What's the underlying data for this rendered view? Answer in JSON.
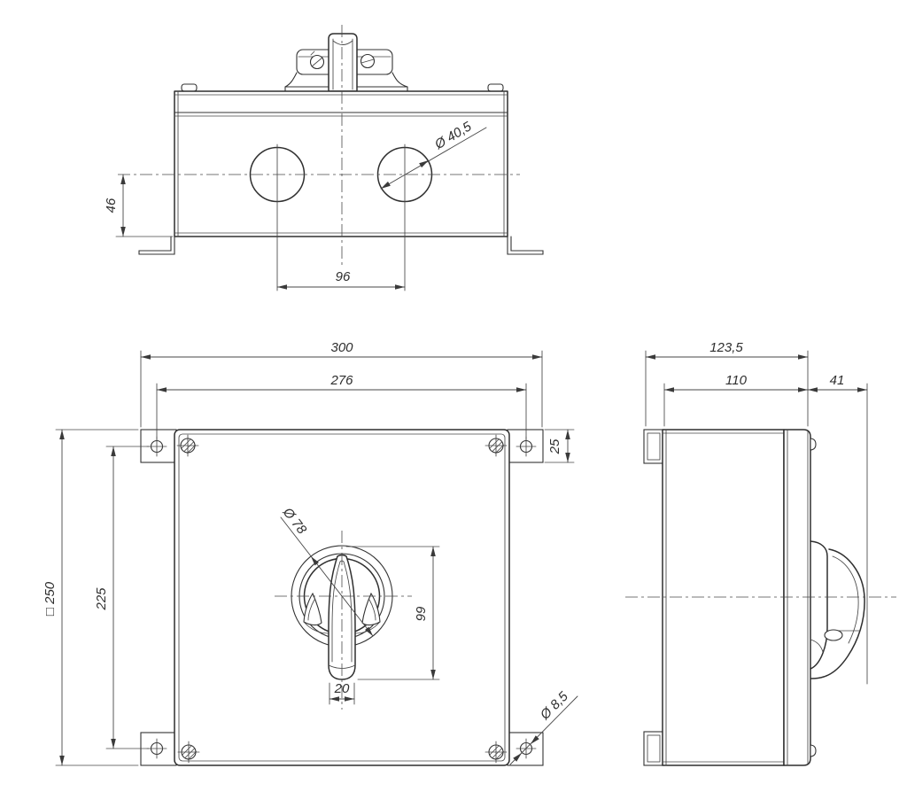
{
  "drawing": {
    "subject": "switch-enclosure-three-view-drawing",
    "background_color": "#ffffff",
    "line_color": "#2f2f2f",
    "dim_color": "#474747"
  },
  "dims": {
    "top": {
      "hole_diameter": "Ø 40,5",
      "hole_spacing": "96",
      "hole_center_height": "46"
    },
    "front": {
      "overall_width": "300",
      "mount_width": "276",
      "overall_square": "□ 250",
      "mount_height": "225",
      "tab_height": "25",
      "knob_diameter": "Ø 78",
      "handle_length": "99",
      "handle_tip_width": "20",
      "tab_hole_diameter": "Ø 8,5"
    },
    "side": {
      "overall_depth": "123,5",
      "body_depth": "110",
      "handle_projection": "41"
    }
  }
}
